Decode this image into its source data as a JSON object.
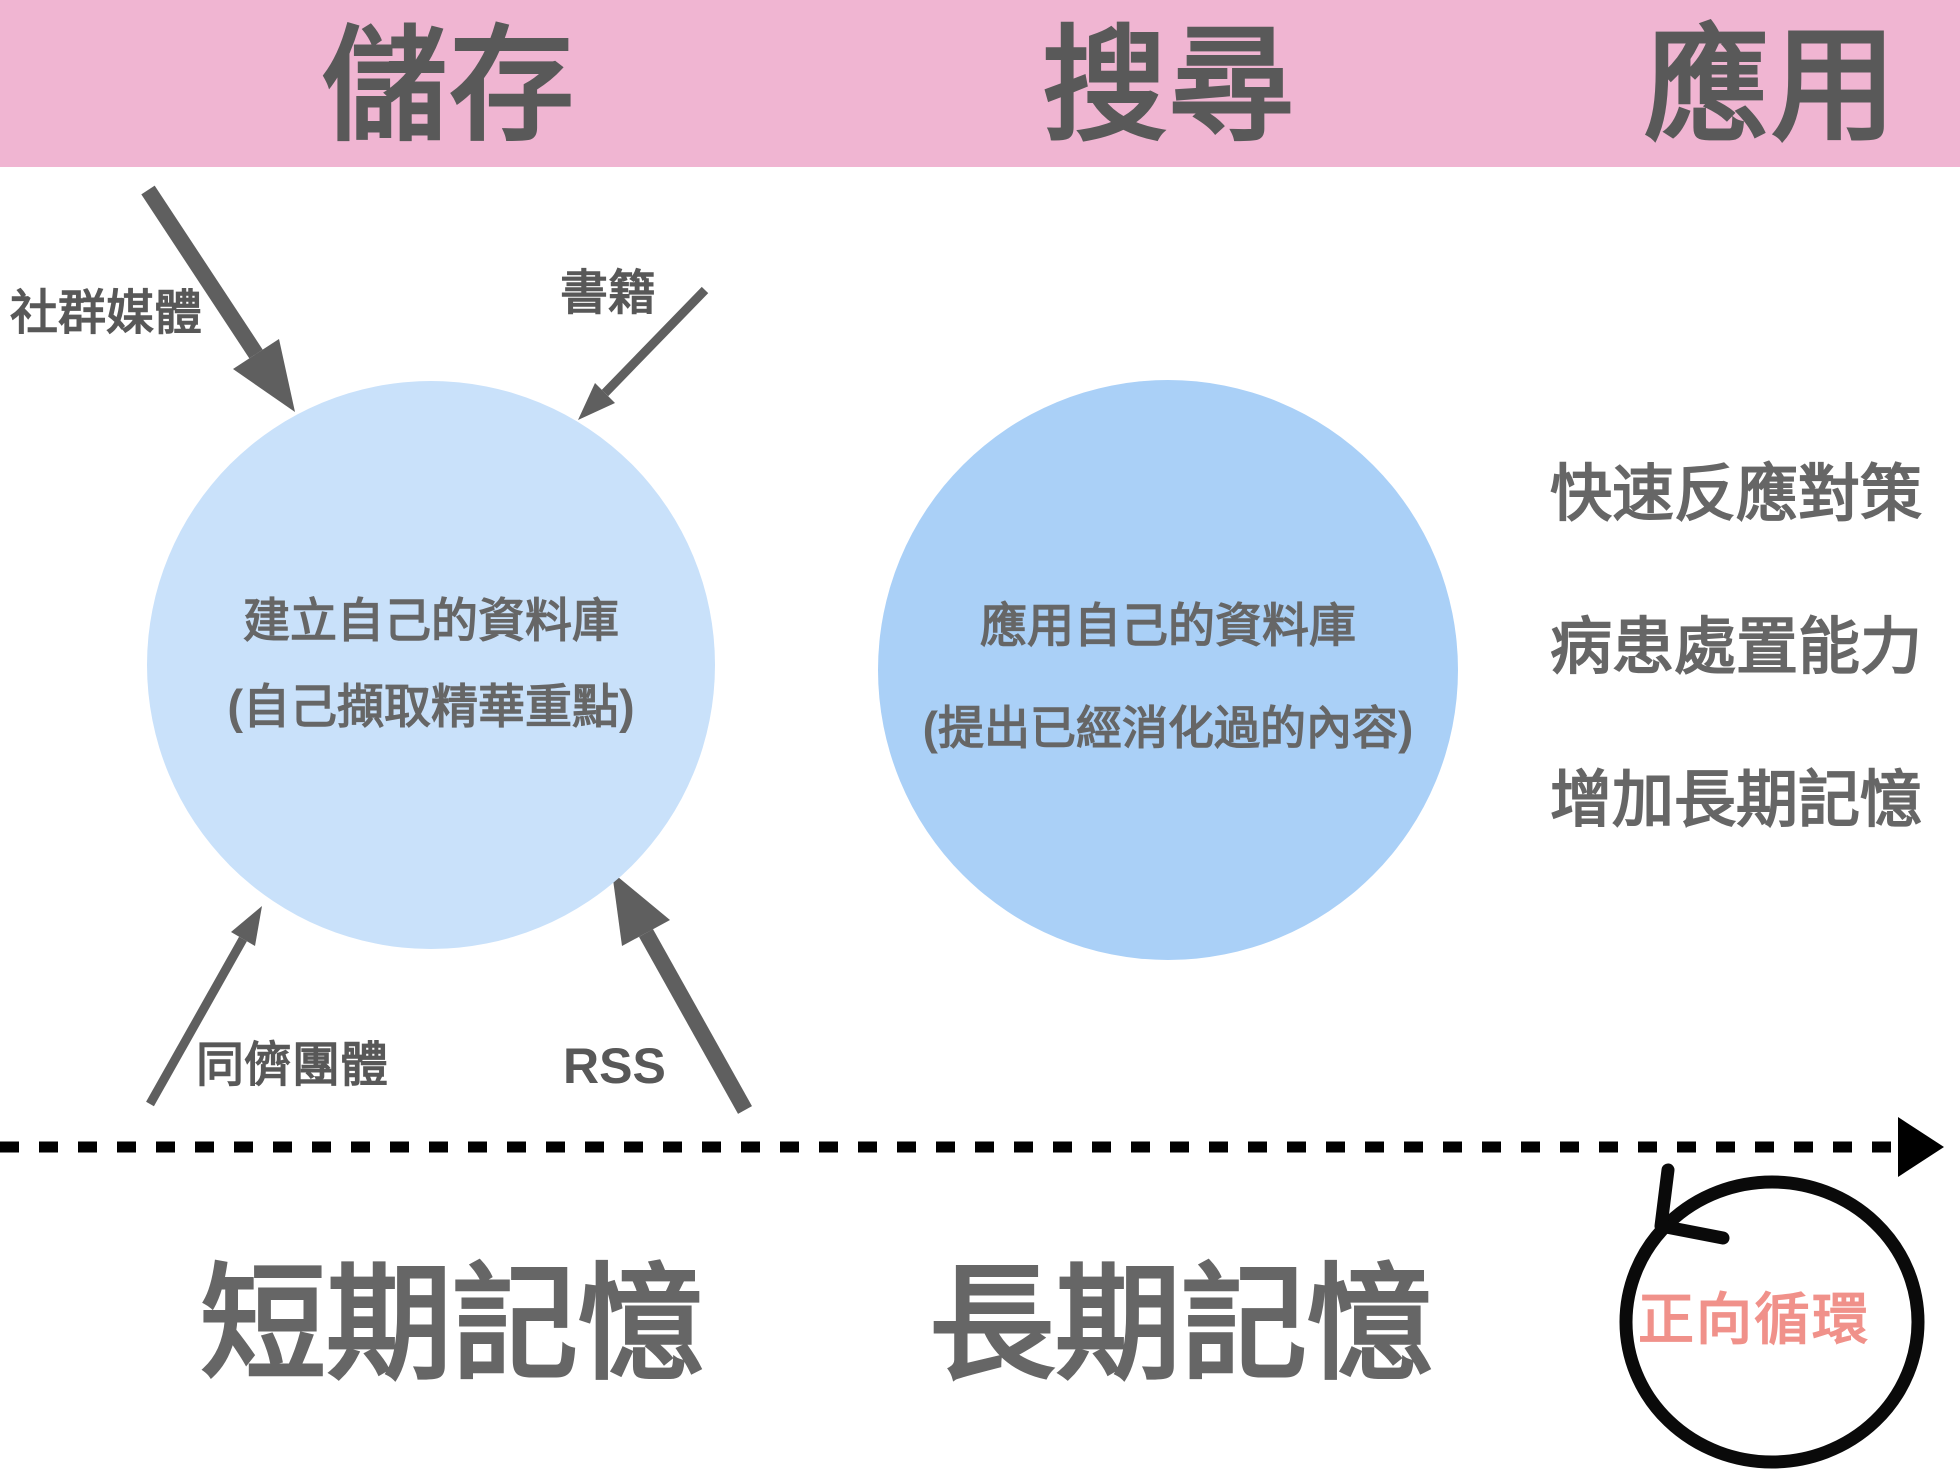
{
  "colors": {
    "band_pink": "#F0B5D2",
    "left_circle_blue": "#C9E1FA",
    "right_circle_blue": "#AAD0F7",
    "heading_gray": "#595959",
    "label_gray": "#585858",
    "text_gray": "#666666",
    "arrow_gray": "#5F5F5F",
    "cycle_black": "#0A0A0A",
    "cycle_salmon": "#F0918A"
  },
  "header": {
    "items": [
      {
        "label": "儲存"
      },
      {
        "label": "搜尋"
      },
      {
        "label": "應用"
      }
    ]
  },
  "left_circle": {
    "line1": "建立自己的資料庫",
    "line2": "(自己擷取精華重點)"
  },
  "right_circle": {
    "line1": "應用自己的資料庫",
    "line2": "(提出已經消化過的內容)"
  },
  "sources": {
    "social_media": "社群媒體",
    "books": "書籍",
    "peer_group": "同儕團體",
    "rss": "RSS"
  },
  "benefits": [
    {
      "label": "快速反應對策"
    },
    {
      "label": "病患處置能力"
    },
    {
      "label": "增加長期記憶"
    }
  ],
  "memory": {
    "short_term": "短期記憶",
    "long_term": "長期記憶"
  },
  "cycle": {
    "label": "正向循環"
  }
}
